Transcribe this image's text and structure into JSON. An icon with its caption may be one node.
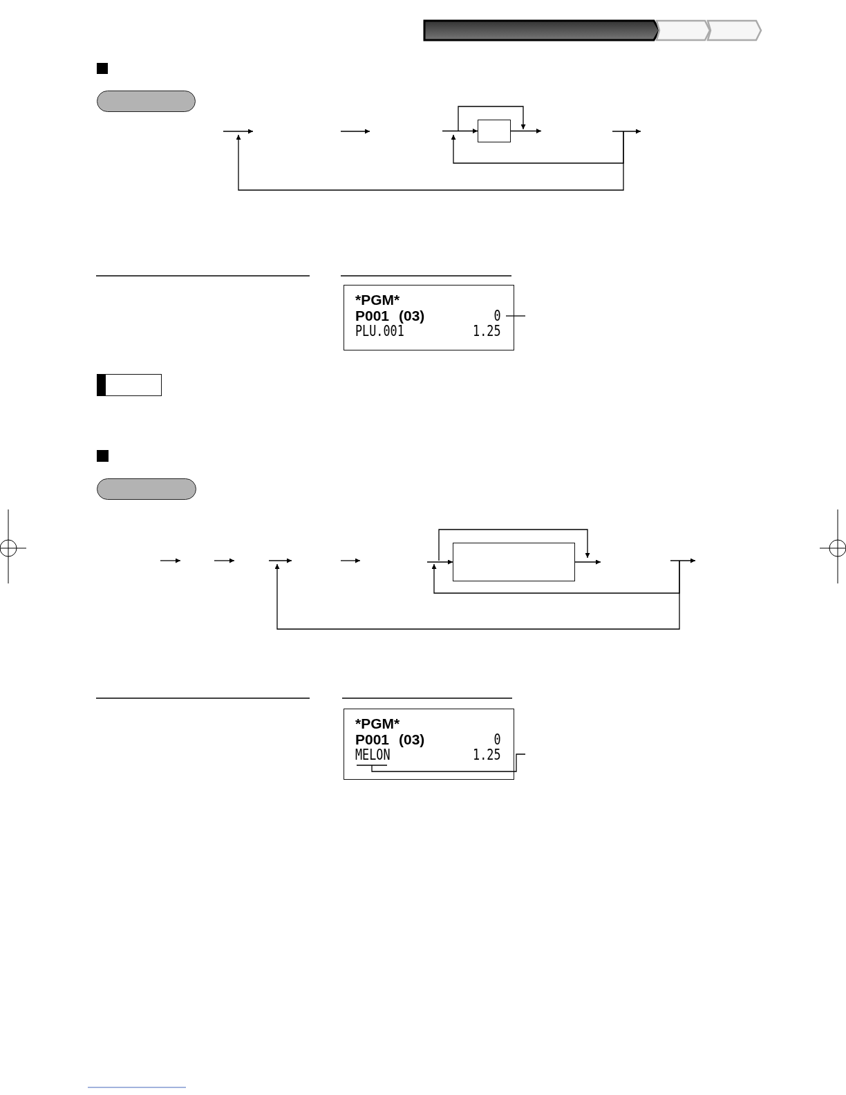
{
  "diagram": {
    "nodes": [
      {
        "text": [],
        "shape": "box"
      },
      {
        "text": [],
        "shape": "box"
      },
      {
        "text": [
          "*PGM*",
          "P001",
          "(03)",
          "0",
          "PLU.001",
          "1.25"
        ]
      },
      {
        "text": [],
        "shape": "box"
      },
      {
        "text": [],
        "shape": "box"
      },
      {
        "text": [],
        "shape": "box"
      },
      {
        "text": [
          "*PGM*",
          "P001",
          "(03)",
          "0",
          "MELON",
          "1.25"
        ]
      }
    ],
    "edges": [
      {
        "from": null,
        "to": 1,
        "arrow": "to"
      },
      {
        "from": 1,
        "to": null,
        "arrow": "to"
      },
      {
        "from": 2,
        "to": null,
        "arrow": "none"
      },
      {
        "from": null,
        "to": 5,
        "arrow": "to"
      },
      {
        "from": 5,
        "to": null,
        "arrow": "to"
      },
      {
        "from": 6,
        "to": null,
        "arrow": "none"
      }
    ]
  }
}
